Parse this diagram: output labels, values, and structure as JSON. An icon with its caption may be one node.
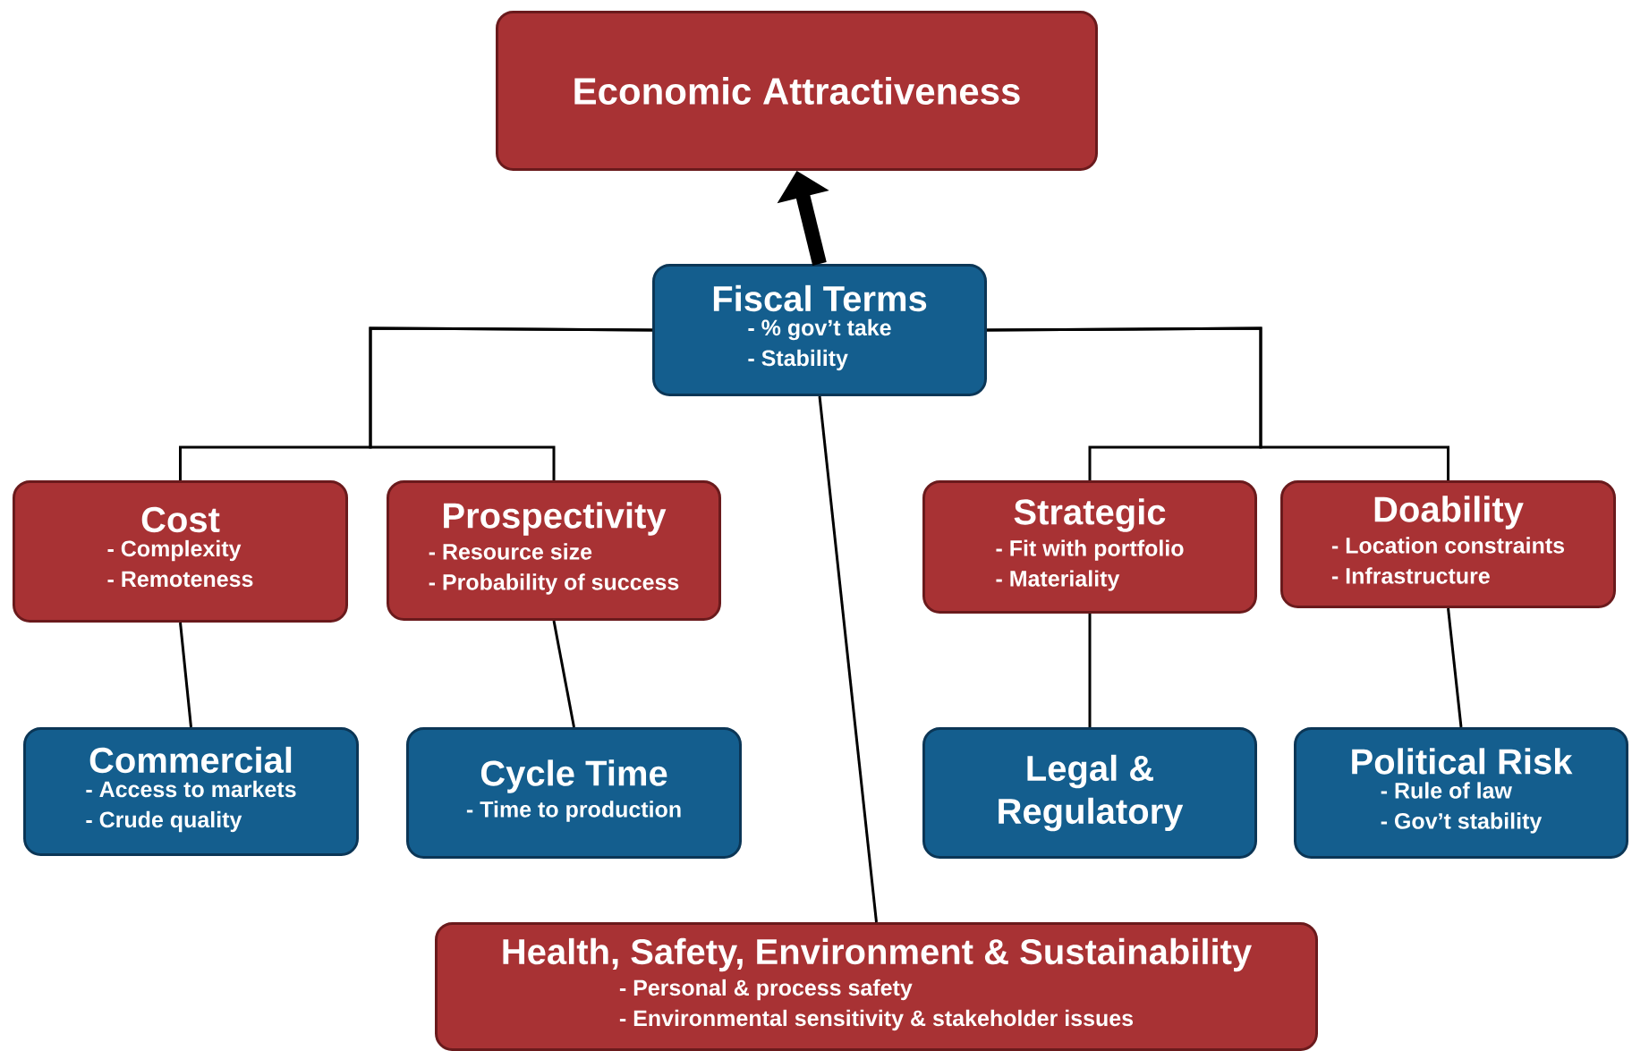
{
  "diagram": {
    "nodes": [
      {
        "text": [
          "Economic Attractiveness"
        ]
      },
      {
        "text": [
          "Fiscal Terms",
          "- % gov’t take",
          "- Stability"
        ]
      },
      {
        "text": [
          "Cost",
          "- Complexity",
          "- Remoteness"
        ]
      },
      {
        "text": [
          "Prospectivity",
          "- Resource size",
          "- Probability of success"
        ]
      },
      {
        "text": [
          "Strategic",
          "- Fit with portfolio",
          "- Materiality"
        ]
      },
      {
        "text": [
          "Doability",
          "- Location constraints",
          "- Infrastructure"
        ]
      },
      {
        "text": [
          "Commercial",
          "- Access to markets",
          "- Crude quality"
        ]
      },
      {
        "text": [
          "Cycle Time",
          "- Time to production"
        ]
      },
      {
        "text": [
          "Legal & Regulatory"
        ]
      },
      {
        "text": [
          "Political Risk",
          "- Rule of law",
          "- Gov’t stability"
        ]
      },
      {
        "text": [
          "Health, Safety, Environment & Sustainability",
          "- Personal & process safety",
          "- Environmental sensitivity & stakeholder issues"
        ]
      }
    ],
    "edges": [
      {
        "from": 1,
        "to": 0,
        "arrow": "to",
        "style": "thick"
      },
      {
        "from": 1,
        "to": 2,
        "arrow": "none"
      },
      {
        "from": 1,
        "to": 3,
        "arrow": "none"
      },
      {
        "from": 1,
        "to": 4,
        "arrow": "none"
      },
      {
        "from": 1,
        "to": 5,
        "arrow": "none"
      },
      {
        "from": 2,
        "to": 6,
        "arrow": "none"
      },
      {
        "from": 3,
        "to": 7,
        "arrow": "none"
      },
      {
        "from": 4,
        "to": 8,
        "arrow": "none"
      },
      {
        "from": 5,
        "to": 9,
        "arrow": "none"
      },
      {
        "from": 1,
        "to": 10,
        "arrow": "none"
      }
    ]
  }
}
